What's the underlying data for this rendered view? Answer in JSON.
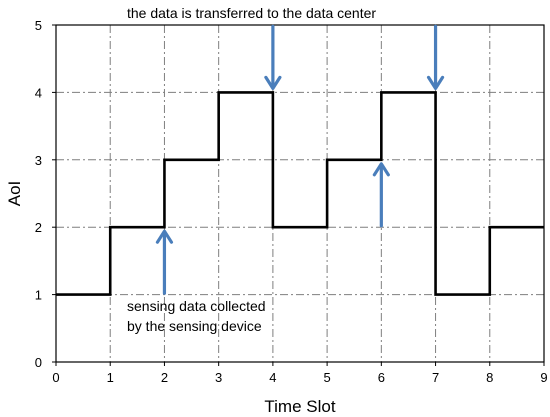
{
  "chart_data": {
    "type": "line",
    "step": true,
    "title": "",
    "xlabel": "Time Slot",
    "ylabel": "AoI",
    "xlim": [
      0,
      9
    ],
    "ylim": [
      0,
      5
    ],
    "x_ticks": [
      0,
      1,
      2,
      3,
      4,
      5,
      6,
      7,
      8,
      9
    ],
    "y_ticks": [
      0,
      1,
      2,
      3,
      4,
      5
    ],
    "grid": true,
    "grid_style": "dash-dot",
    "series": [
      {
        "values": [
          1,
          2,
          3,
          4,
          2,
          3,
          4,
          1,
          2
        ],
        "color": "#000000"
      }
    ],
    "annotations": [
      {
        "text": "the data is transferred to the data center"
      },
      {
        "text": "sensing data collected"
      },
      {
        "text": "by the sensing device"
      }
    ],
    "arrows": [
      {
        "x": 2,
        "y": 2,
        "direction": "up",
        "color": "#4a7ebb"
      },
      {
        "x": 4,
        "y": 4,
        "direction": "down",
        "color": "#4a7ebb"
      },
      {
        "x": 6,
        "y": 3,
        "direction": "up",
        "color": "#4a7ebb"
      },
      {
        "x": 7,
        "y": 4,
        "direction": "down",
        "color": "#4a7ebb"
      }
    ]
  }
}
